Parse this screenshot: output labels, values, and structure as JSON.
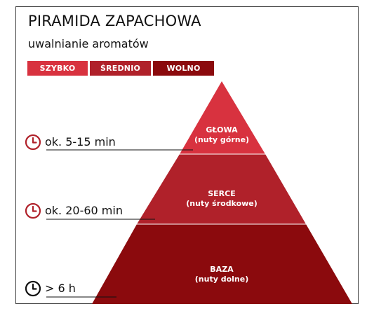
{
  "title": "PIRAMIDA ZAPACHOWA",
  "subtitle": "uwalnianie aromatów",
  "legend": {
    "fast": "SZYBKO",
    "medium": "ŚREDNIO",
    "slow": "WOLNO"
  },
  "tiers": {
    "top": {
      "name": "GŁOWA",
      "note": "(nuty górne)",
      "time": "ok. 5-15 min"
    },
    "middle": {
      "name": "SERCE",
      "note": "(nuty środkowe)",
      "time": "ok. 20-60 min"
    },
    "bottom": {
      "name": "BAZA",
      "note": "(nuty dolne)",
      "time": "> 6 h"
    }
  },
  "colors": {
    "top": "#d8323f",
    "middle": "#b0212a",
    "bottom": "#8b0a0d",
    "clock": "#b0212a",
    "divider": "#ffffff"
  },
  "icons": {
    "clock": "clock-icon"
  }
}
